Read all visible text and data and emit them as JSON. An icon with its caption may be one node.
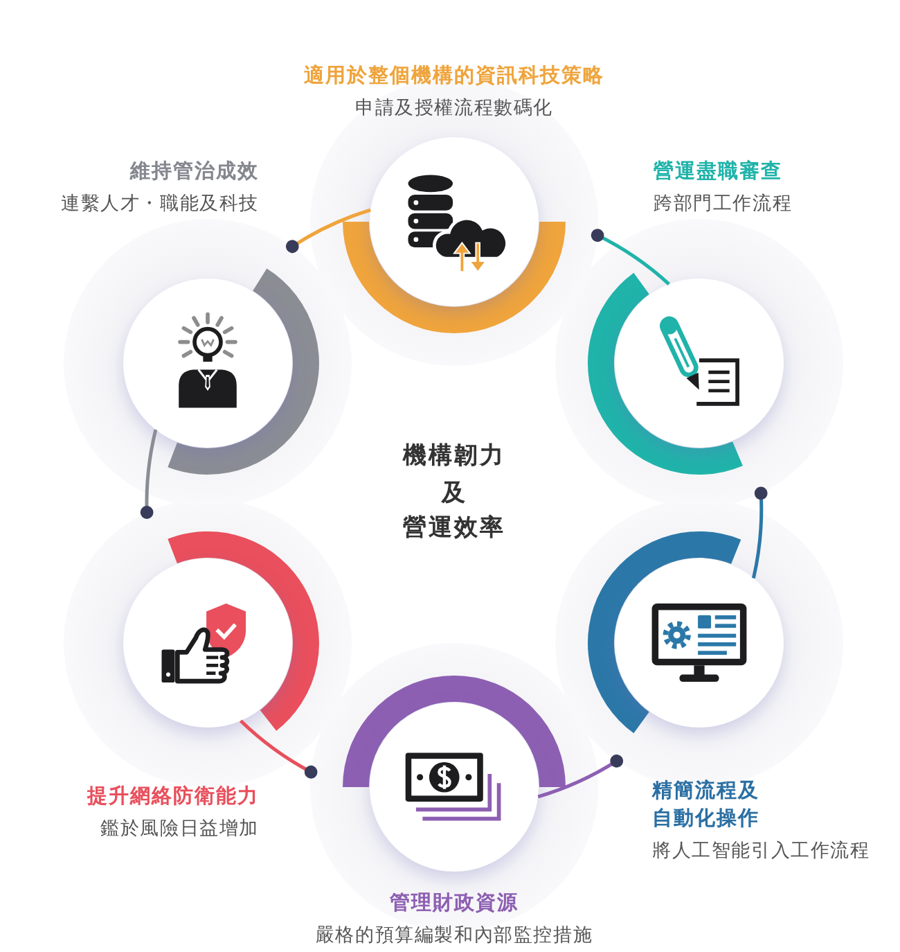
{
  "diagram": {
    "nodes": [
      {
        "text": [],
        "shape": "circle",
        "beside": [
          "適用於整個機構的資訊科技策略",
          "申請及授權流程數碼化"
        ]
      },
      {
        "text": [],
        "shape": "circle",
        "beside": [
          "維持管治成效",
          "連繫人才・職能及科技"
        ]
      },
      {
        "text": [],
        "shape": "circle",
        "beside": [
          "營運盡職審查",
          "跨部門工作流程"
        ]
      },
      {
        "text": [],
        "shape": "circle",
        "beside": [
          "提升網絡防衛能力",
          "鑑於風險日益增加"
        ]
      },
      {
        "text": [],
        "shape": "circle",
        "beside": [
          "精簡流程及自動化操作",
          "將人工智能引入工作流程"
        ]
      },
      {
        "text": [],
        "shape": "circle",
        "beside": [
          "管理財政資源",
          "嚴格的預算編製和內部監控措施"
        ]
      }
    ],
    "edges": [
      {
        "from": 0,
        "to": 1,
        "arrow": "other",
        "color": "#efa43c"
      },
      {
        "from": 1,
        "to": 3,
        "arrow": "other",
        "color": "#8b8d95"
      },
      {
        "from": 3,
        "to": 5,
        "arrow": "other",
        "color": "#e94f5c"
      },
      {
        "from": 5,
        "to": 4,
        "arrow": "other",
        "color": "#8d5fb2"
      },
      {
        "from": 4,
        "to": 2,
        "arrow": "other",
        "color": "#2b78a8"
      },
      {
        "from": 2,
        "to": 0,
        "arrow": "other",
        "color": "#20b3aa"
      }
    ],
    "labels": [
      "機構韌力",
      "及",
      "營運效率"
    ]
  }
}
